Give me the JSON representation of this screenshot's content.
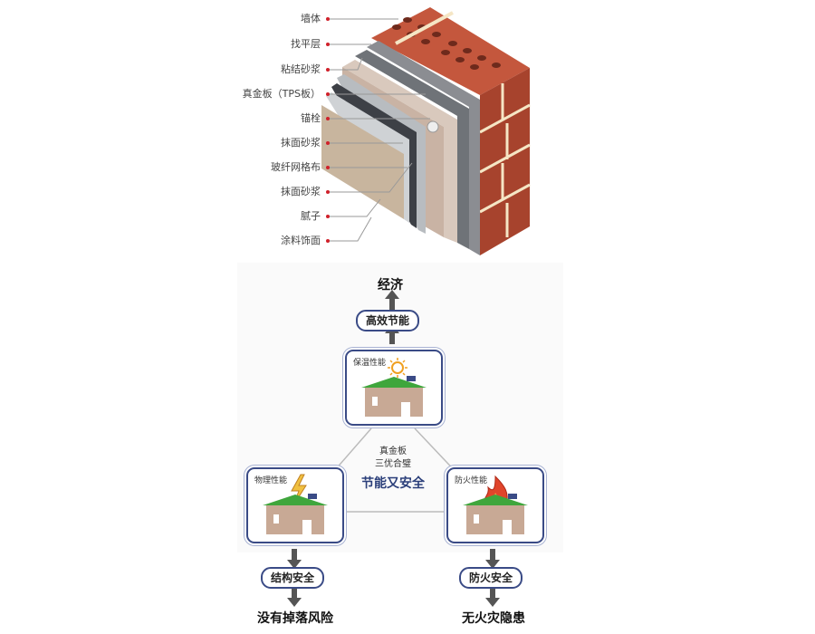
{
  "wall_layers": [
    "墙体",
    "找平层",
    "粘结砂浆",
    "真金板（TPS板）",
    "锚栓",
    "抹面砂浆",
    "玻纤网格布",
    "抹面砂浆",
    "腻子",
    "涂料饰面"
  ],
  "concept": {
    "top_result": "经济",
    "top_pill": "高效节能",
    "cards": {
      "top_label": "保温性能",
      "left_label": "物理性能",
      "right_label": "防火性能"
    },
    "center_line1": "真金板",
    "center_line2": "三优合璧",
    "center_main": "节能又安全",
    "left_pill": "结构安全",
    "right_pill": "防火安全",
    "left_result": "没有掉落风险",
    "right_result": "无火灾隐患"
  },
  "colors": {
    "accent": "#3a4b86",
    "brick": "#b14b33",
    "label_dot": "#d0202a",
    "arrow": "#555555",
    "roof_green": "#3fa63c"
  }
}
